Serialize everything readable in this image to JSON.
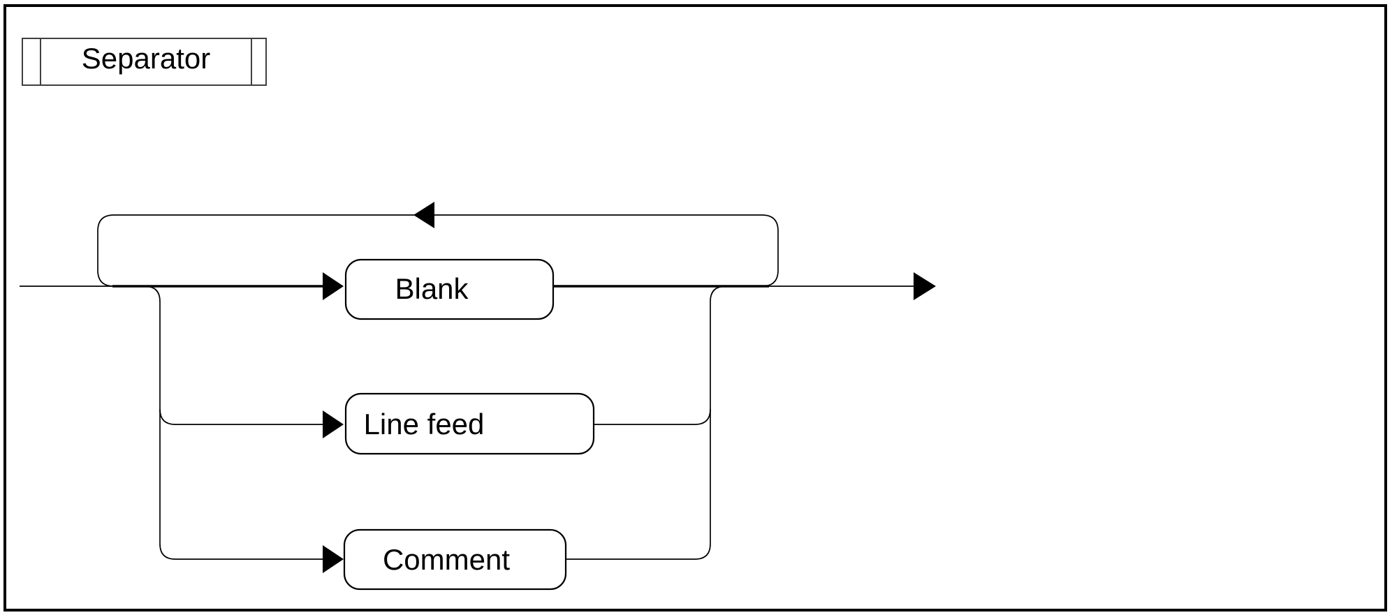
{
  "diagram": {
    "title": "Separator",
    "nodes": [
      {
        "label": "Blank"
      },
      {
        "label": "Line feed"
      },
      {
        "label": "Comment"
      }
    ],
    "icons": [
      "loop-back-arrow-icon",
      "blank-entry-arrow-icon",
      "line-feed-entry-arrow-icon",
      "comment-entry-arrow-icon",
      "exit-arrow-icon"
    ],
    "colors": {
      "line": "#000000",
      "title_border": "#3f3f3f",
      "text": "#000000",
      "background": "#ffffff"
    }
  }
}
